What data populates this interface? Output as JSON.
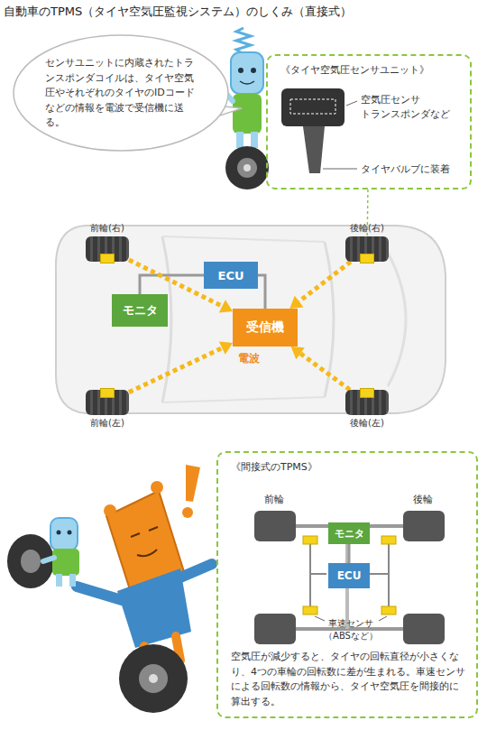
{
  "diagram": {
    "title": "自動車のTPMS（タイヤ空気圧監視システム）のしくみ（直接式）",
    "nodes": [
      {
        "text": [
          "センサユニットに内蔵されたトランスポンダコイルは、タイヤ空気圧やそれぞれのタイヤのIDコードなどの情報を電波で受信機に送る。"
        ]
      },
      {
        "text": [
          "《タイヤ空気圧センサユニット》"
        ]
      },
      {
        "text": [
          "前輪(右)"
        ]
      },
      {
        "text": [
          "後輪(右)"
        ]
      },
      {
        "text": [
          "ECU"
        ]
      },
      {
        "text": [
          "モニタ"
        ]
      },
      {
        "text": [
          "受信機"
        ]
      },
      {
        "text": [
          "前輪(左)"
        ]
      },
      {
        "text": [
          "後輪(左)"
        ]
      },
      {
        "text": [
          "《間接式のTPMS》",
          "空気圧が減少すると、タイヤの回転直径が小さくなり、4つの車輪の回転数に差が生まれる。車速センサによる回転数の情報から、タイヤ空気圧を間接的に算出する。"
        ]
      },
      {
        "text": [
          "モニタ"
        ],
        "in": 9
      },
      {
        "text": [
          "ECU"
        ],
        "in": 9
      }
    ],
    "edges": [
      {
        "from": 5,
        "to": 4,
        "arrow": "none"
      },
      {
        "from": 4,
        "to": 6,
        "arrow": "none"
      },
      {
        "from": 2,
        "to": 6,
        "arrow": "to"
      },
      {
        "from": 3,
        "to": 6,
        "arrow": "to"
      },
      {
        "from": 7,
        "to": 6,
        "arrow": "to"
      },
      {
        "from": 8,
        "to": 6,
        "arrow": "to"
      },
      {
        "from": 1,
        "to": 3,
        "arrow": "none"
      },
      {
        "from": 10,
        "to": 11,
        "arrow": "none"
      }
    ],
    "labels": [
      "空気圧センサ トランスポンダなど",
      "タイヤバルブに装着",
      "電波",
      "前輪",
      "後輪",
      "車速センサ （ABSなど）"
    ]
  }
}
